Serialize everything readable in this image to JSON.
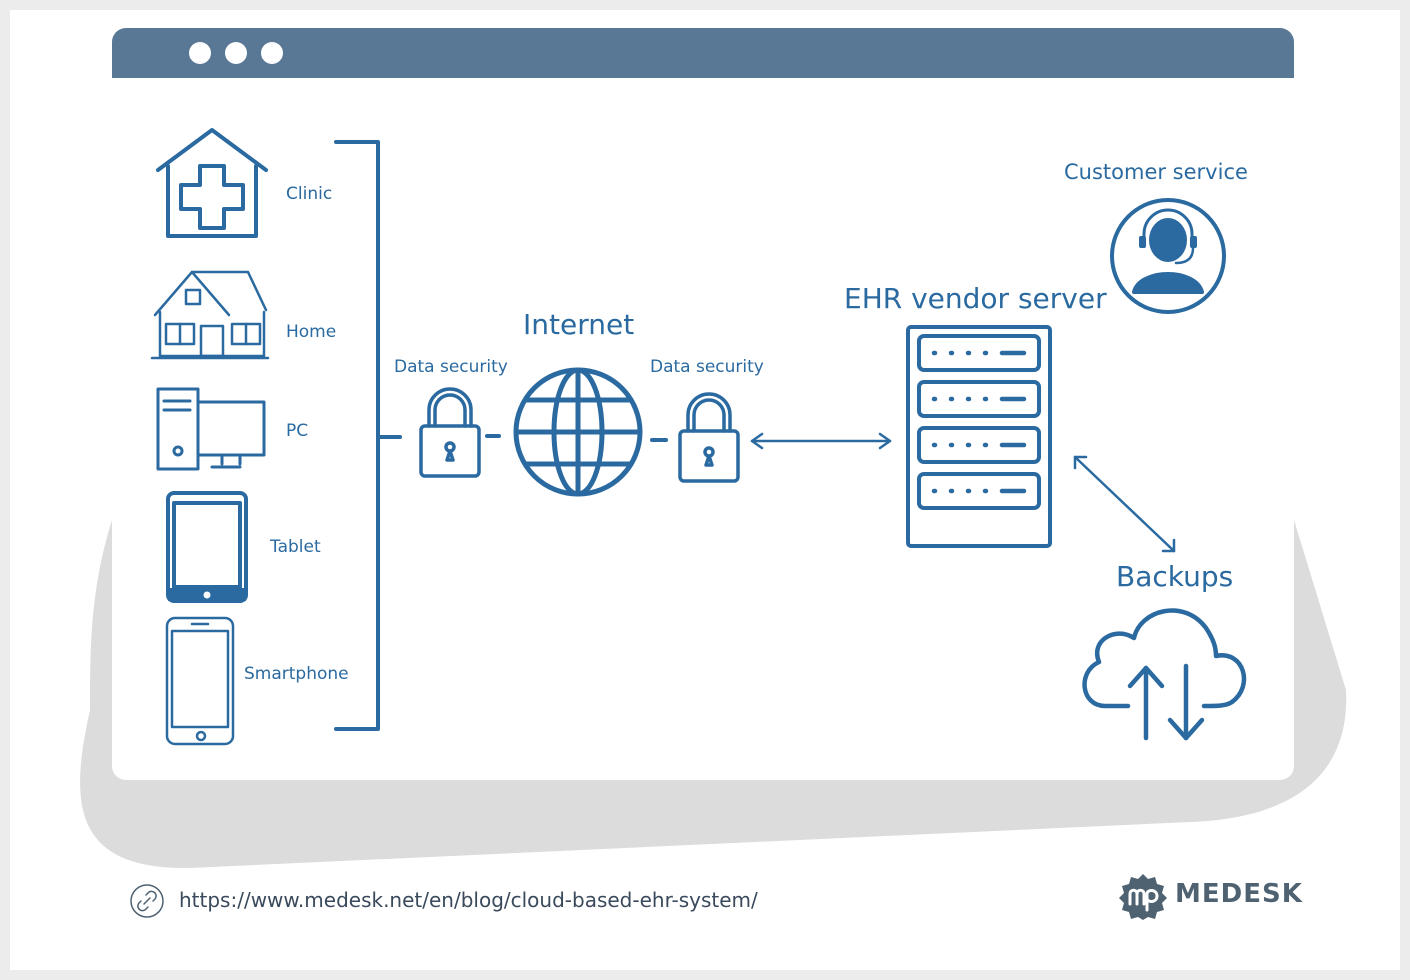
{
  "colors": {
    "accent": "#2a6aa0",
    "titlebar": "#587896",
    "backdrop_blob": "#dcdcdc",
    "url_text": "#3a4a5c",
    "logo": "#4f6272"
  },
  "window_controls": [
    "dot",
    "dot",
    "dot"
  ],
  "devices": [
    {
      "label": "Clinic",
      "icon": "clinic-icon"
    },
    {
      "label": "Home",
      "icon": "house-icon"
    },
    {
      "label": "PC",
      "icon": "desktop-pc-icon"
    },
    {
      "label": "Tablet",
      "icon": "tablet-icon"
    },
    {
      "label": "Smartphone",
      "icon": "smartphone-icon"
    }
  ],
  "internet": {
    "label": "Internet",
    "icon": "globe-icon"
  },
  "security": {
    "left": {
      "label": "Data security",
      "icon": "padlock-icon"
    },
    "right": {
      "label": "Data security",
      "icon": "padlock-icon"
    }
  },
  "server": {
    "label": "EHR vendor server",
    "icon": "server-rack-icon"
  },
  "customer_service": {
    "label": "Customer service",
    "icon": "headset-agent-icon"
  },
  "backups": {
    "label": "Backups",
    "icon": "cloud-sync-icon"
  },
  "footer": {
    "url": "https://www.medesk.net/en/blog/cloud-based-ehr-system/",
    "url_icon": "link-icon",
    "logo_text": "MEDESK",
    "logo_icon": "medesk-logo-icon"
  }
}
